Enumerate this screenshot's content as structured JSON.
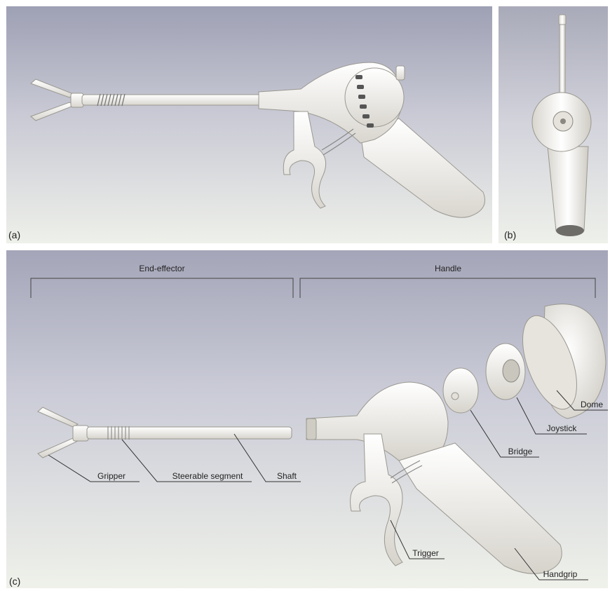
{
  "panels": {
    "a": {
      "label": "(a)"
    },
    "b": {
      "label": "(b)"
    },
    "c": {
      "label": "(c)"
    }
  },
  "groups": {
    "end_effector": "End-effector",
    "handle": "Handle"
  },
  "parts": {
    "gripper": "Gripper",
    "steerable_segment": "Steerable segment",
    "shaft": "Shaft",
    "trigger": "Trigger",
    "handgrip": "Handgrip",
    "bridge": "Bridge",
    "joystick": "Joystick",
    "dome": "Dome"
  },
  "colors": {
    "part_fill": "#f3f1ec",
    "part_stroke": "#9a9890",
    "leader": "#333333"
  }
}
